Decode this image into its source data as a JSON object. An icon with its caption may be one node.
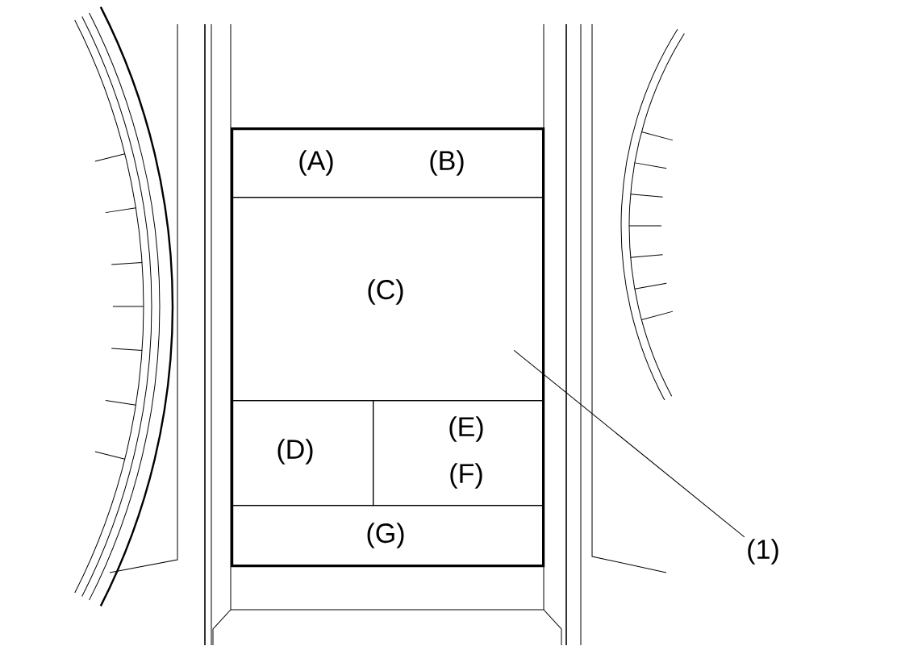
{
  "diagram": {
    "nodes": [
      {
        "text": [],
        "shape": "box"
      },
      {
        "text": [
          "(A)",
          "(B)"
        ],
        "in": 0
      },
      {
        "text": [
          "(C)"
        ],
        "in": 0
      },
      {
        "text": [
          "(D)"
        ],
        "in": 0
      },
      {
        "text": [
          "(E)",
          "(F)"
        ],
        "in": 0
      },
      {
        "text": [
          "(G)"
        ],
        "in": 0
      },
      {
        "text": [
          "(1)"
        ]
      }
    ],
    "edges": [
      {
        "from": 6,
        "to": 0,
        "arrow": "none"
      }
    ]
  }
}
